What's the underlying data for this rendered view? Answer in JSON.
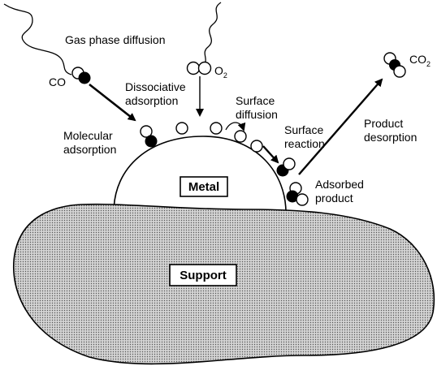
{
  "labels": {
    "gas_phase_diffusion": "Gas phase diffusion",
    "co": "CO",
    "o2_main": "O",
    "o2_sub": "2",
    "co2_main": "CO",
    "co2_sub": "2",
    "dissociative_1": "Dissociative",
    "dissociative_2": "adsorption",
    "molecular_1": "Molecular",
    "molecular_2": "adsorption",
    "surface_diffusion_1": "Surface",
    "surface_diffusion_2": "diffusion",
    "surface_reaction_1": "Surface",
    "surface_reaction_2": "reaction",
    "product_desorption_1": "Product",
    "product_desorption_2": "desorption",
    "adsorbed_product_1": "Adsorbed",
    "adsorbed_product_2": "product",
    "metal": "Metal",
    "support": "Support"
  },
  "colors": {
    "ink": "#000000",
    "paper": "#ffffff",
    "support_fill": "#b8b8b8"
  }
}
